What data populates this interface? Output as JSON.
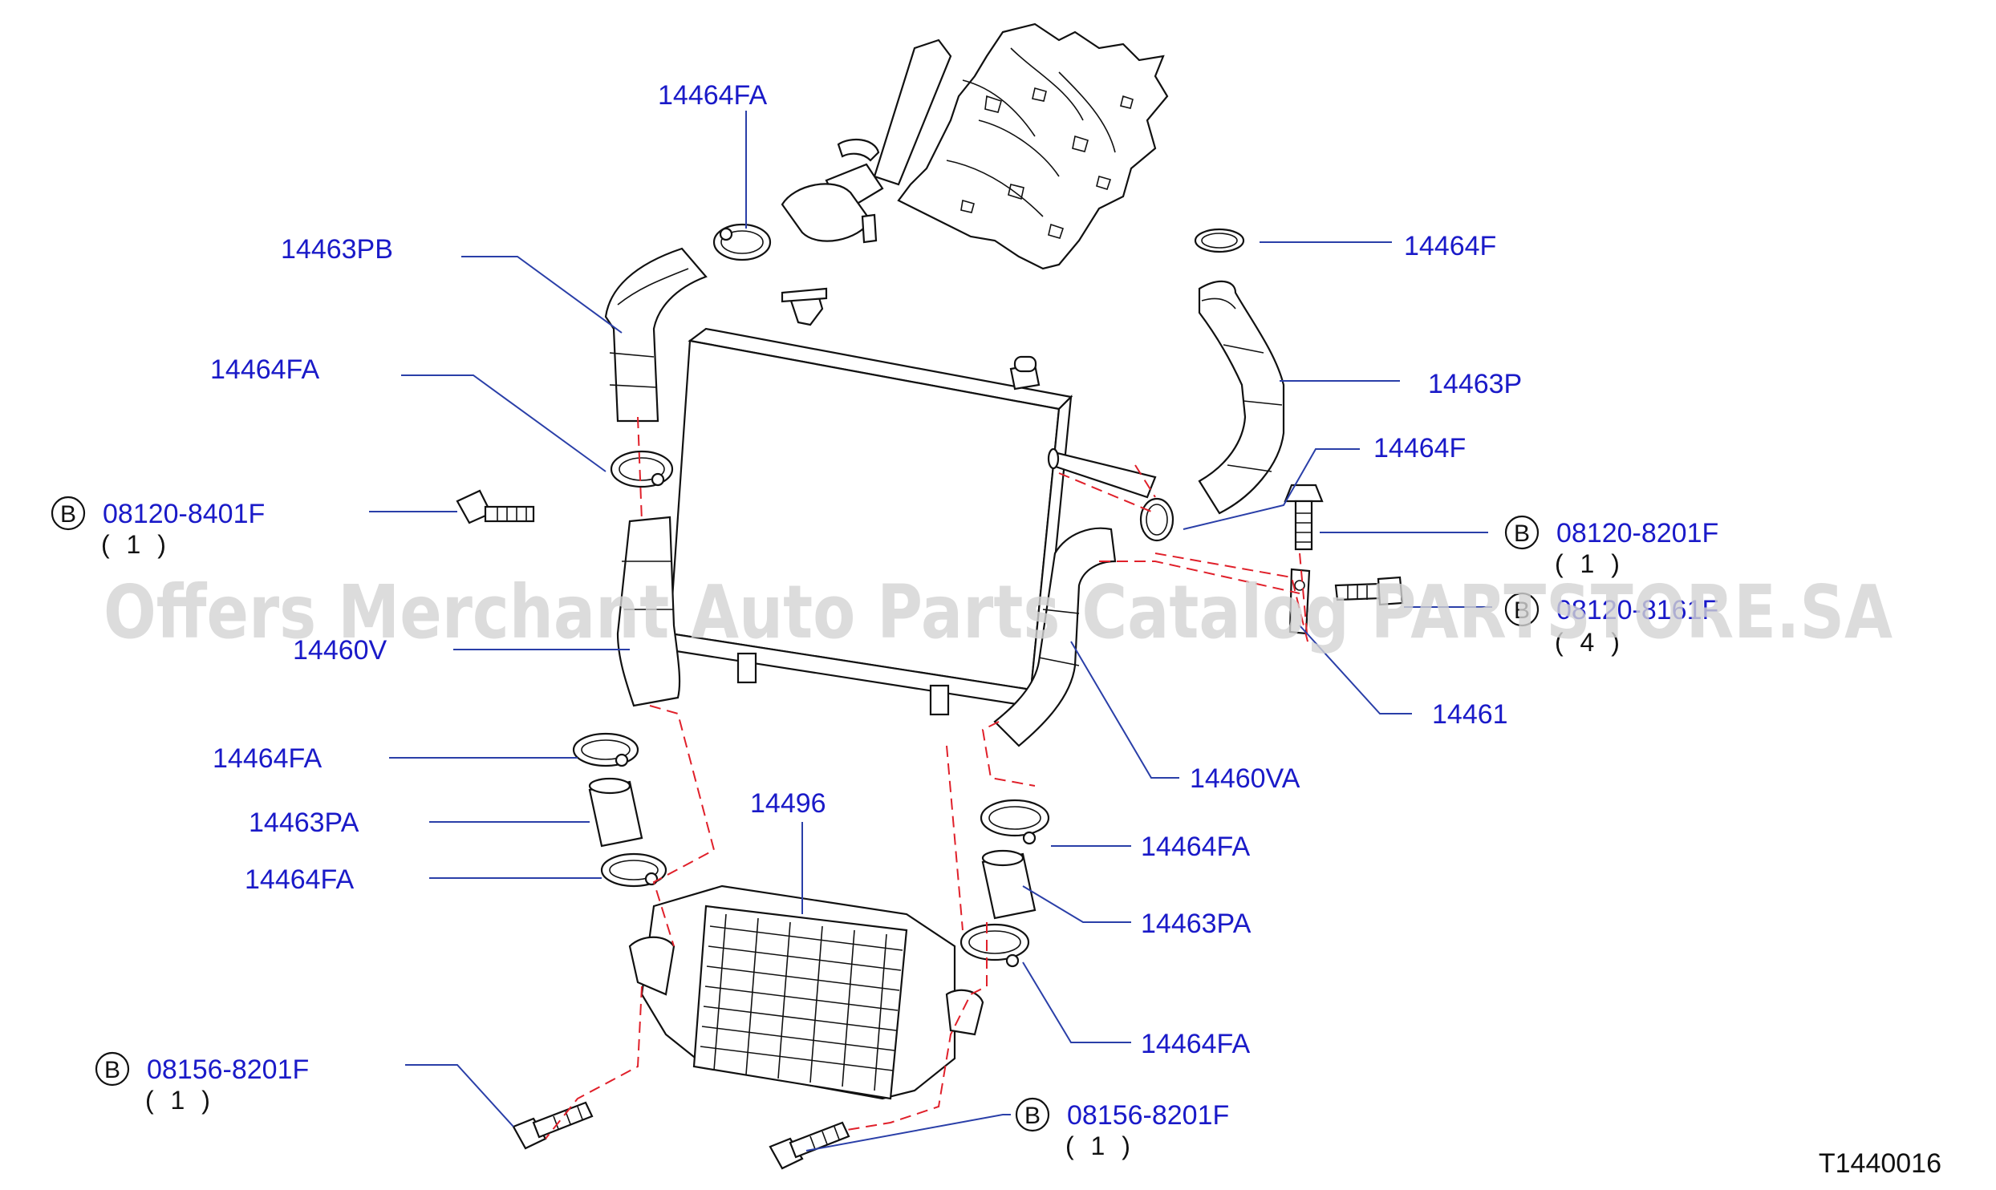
{
  "drawing_id": "T1440016",
  "watermark": "Offers Merchant Auto Parts Catalog PARTSTORE.SA",
  "bolt_marker": "B",
  "colors": {
    "label": "#1a1ac8",
    "leader": "#2a3fa8",
    "dashed_path": "#e0202a",
    "line": "#111111"
  },
  "callouts": {
    "c1": {
      "part": "14464FA"
    },
    "c2": {
      "part": "14463PB"
    },
    "c3": {
      "part": "14464F"
    },
    "c4": {
      "part": "14464FA"
    },
    "c5": {
      "part": "14463P"
    },
    "c6": {
      "part": "14464F"
    },
    "c7": {
      "part": "08120-8401F",
      "qty": "( 1 )"
    },
    "c8": {
      "part": "08120-8201F",
      "qty": "( 1 )"
    },
    "c9": {
      "part": "08120-8161F",
      "qty": "( 4 )"
    },
    "c10": {
      "part": "14460V"
    },
    "c11": {
      "part": "14461"
    },
    "c12": {
      "part": "14464FA"
    },
    "c13": {
      "part": "14460VA"
    },
    "c14": {
      "part": "14496"
    },
    "c15": {
      "part": "14463PA"
    },
    "c16": {
      "part": "14464FA"
    },
    "c17": {
      "part": "14464FA"
    },
    "c18": {
      "part": "14463PA"
    },
    "c19": {
      "part": "14464FA"
    },
    "c20": {
      "part": "08156-8201F",
      "qty": "( 1 )"
    },
    "c21": {
      "part": "08156-8201F",
      "qty": "( 1 )"
    }
  }
}
